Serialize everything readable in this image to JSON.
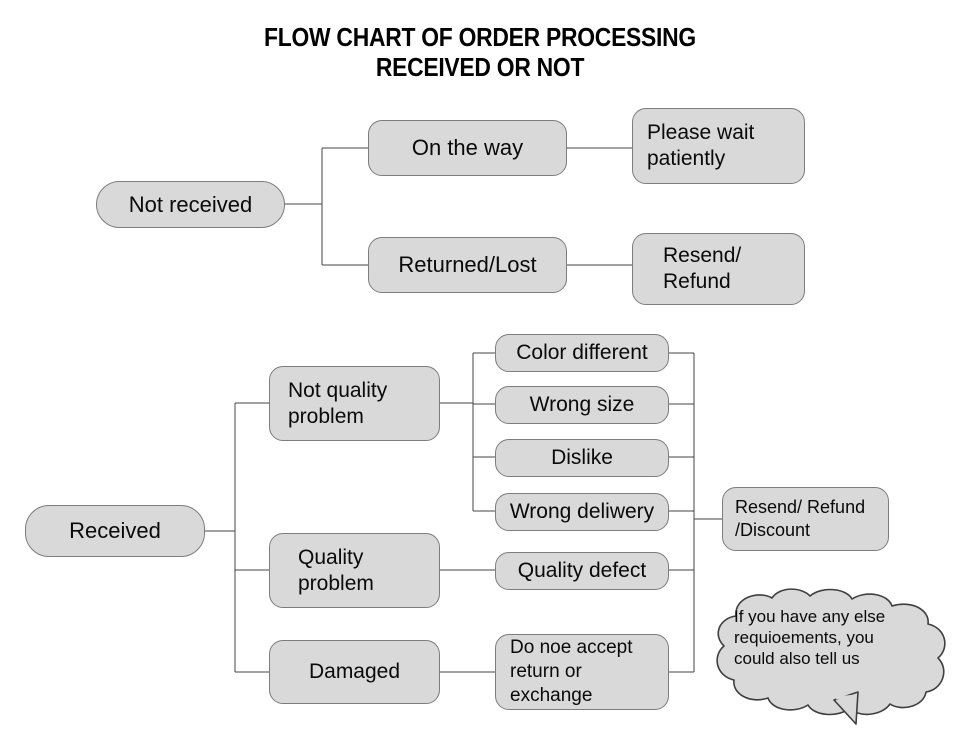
{
  "title": {
    "line1": "FLOW CHART OF ORDER PROCESSING",
    "line2": "RECEIVED OR NOT"
  },
  "colors": {
    "node_fill": "#d9d9d9",
    "node_border": "#7d7d7d",
    "line": "#444444",
    "text": "#0a0a0a",
    "background": "#ffffff"
  },
  "branches": {
    "not_received": {
      "root": "Not received",
      "steps": [
        {
          "cause": "On the way",
          "action": "Please wait\npatiently"
        },
        {
          "cause": "Returned/Lost",
          "action": "Resend/\nRefund"
        }
      ]
    },
    "received": {
      "root": "Received",
      "categories": [
        {
          "label": "Not quality\nproblem",
          "reasons": [
            "Color different",
            "Wrong size",
            "Dislike",
            "Wrong deliwery"
          ]
        },
        {
          "label": "Quality\nproblem",
          "reasons": [
            "Quality defect"
          ]
        },
        {
          "label": "Damaged",
          "reasons": [
            "Do noe accept\nreturn or\nexchange"
          ]
        }
      ],
      "outcome": "Resend/ Refund\n/Discount"
    }
  },
  "callout": {
    "text": "If you have any else\nrequioements, you\ncould also tell us"
  }
}
